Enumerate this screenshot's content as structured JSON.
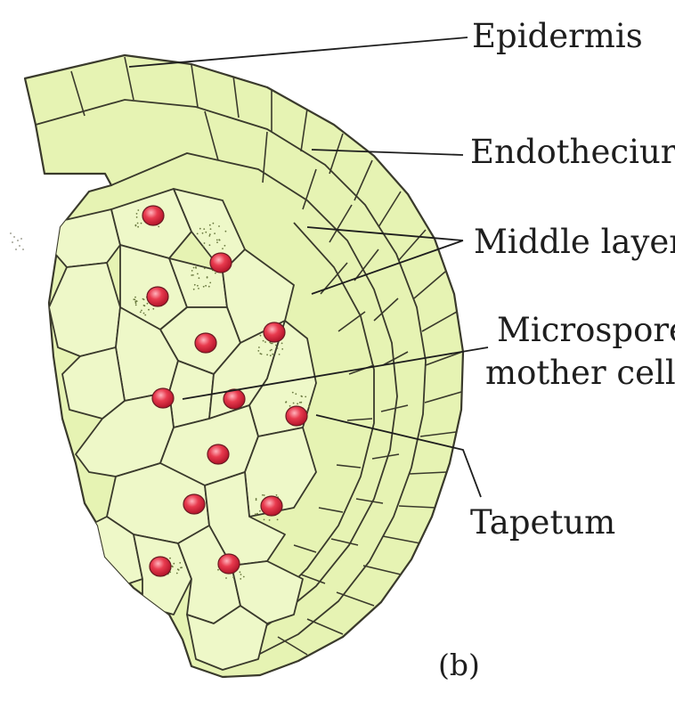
{
  "figure": {
    "labels": {
      "epidermis": "Epidermis",
      "endothecium": "Endotheciur",
      "middle_layers": "Middle layer",
      "microspore_line1": "Microspore",
      "microspore_line2": "mother cell",
      "tapetum": "Tapetum"
    },
    "caption": "(b)",
    "colors": {
      "cell_fill": "#e6f3b3",
      "cell_fill_light": "#eef8c8",
      "cell_outline": "#3a3a2c",
      "nucleus": "#d9283c",
      "nucleus_highlight": "#ff9aa6",
      "stipple": "#6b7a40",
      "leader_line": "#1e1e1e"
    }
  }
}
